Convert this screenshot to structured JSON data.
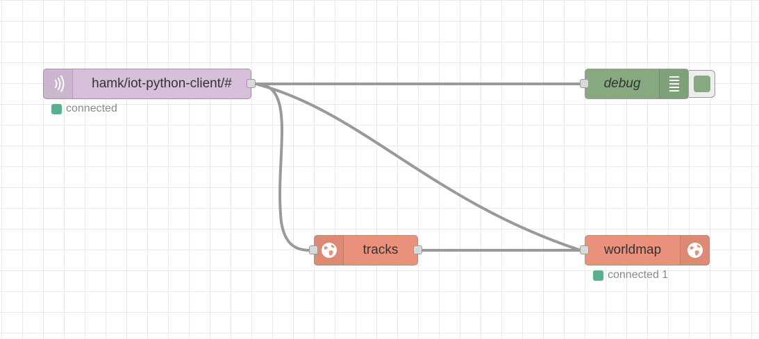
{
  "colors": {
    "mqtt_node": "#d7bfdb",
    "debug_node": "#87a980",
    "worldmap_node": "#e9917a",
    "status_dot": "#5ab08b",
    "wire": "#999999",
    "debug_toggle_inner": "#87a980"
  },
  "nodes": {
    "mqtt_in": {
      "label": "hamk/iot-python-client/#",
      "icon": "wireless-signal-icon",
      "status": "connected"
    },
    "debug": {
      "label": "debug",
      "icon": "list-lines-icon"
    },
    "tracks": {
      "label": "tracks",
      "icon": "globe-icon"
    },
    "worldmap": {
      "label": "worldmap",
      "icon": "globe-icon",
      "status": "connected 1"
    }
  }
}
